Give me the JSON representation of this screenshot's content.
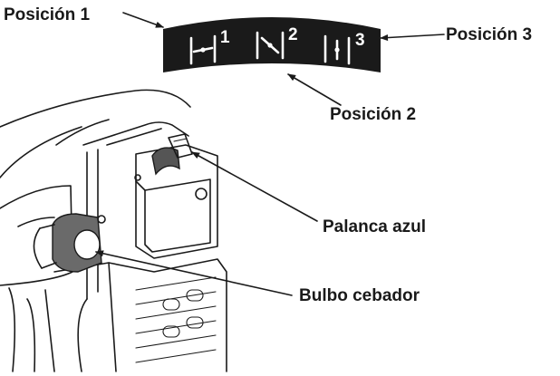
{
  "labels": {
    "position1": "Posición 1",
    "position2": "Posición 2",
    "position3": "Posición 3",
    "blue_lever": "Palanca azul",
    "primer_bulb": "Bulbo cebador"
  },
  "selector": {
    "num1": "1",
    "num2": "2",
    "num3": "3",
    "symbol1": "choke-closed-icon",
    "symbol2": "choke-half-icon",
    "symbol3": "choke-open-icon"
  }
}
